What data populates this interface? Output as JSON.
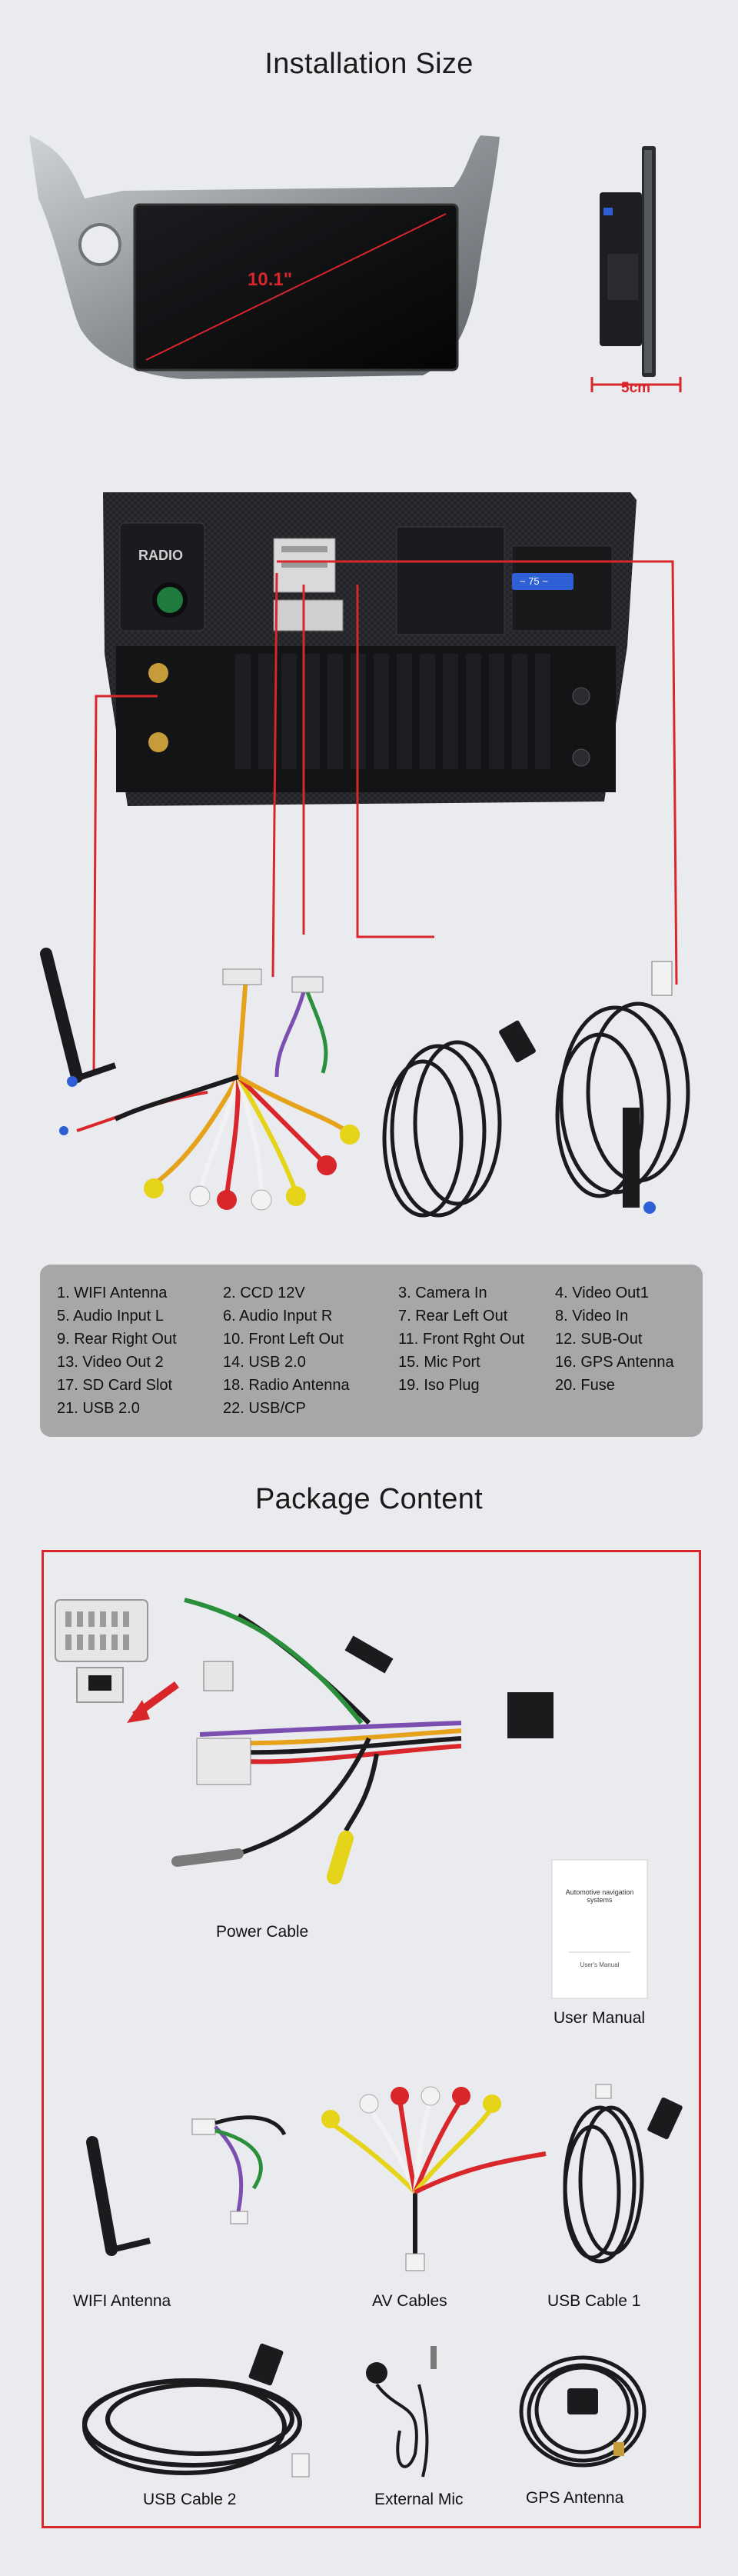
{
  "section_installation": {
    "title": "Installation Size",
    "screen_size_label": "10.1\"",
    "depth_label": "5cm"
  },
  "device_back": {
    "radio_label": "RADIO",
    "badge_text": "~ 75 ~"
  },
  "cables_numbers": [
    "1",
    "2",
    "3",
    "4",
    "5",
    "6",
    "7",
    "8",
    "9",
    "10",
    "11",
    "12",
    "13",
    "14",
    "15",
    "16",
    "17",
    "18",
    "19",
    "20",
    "21",
    "22"
  ],
  "legend": {
    "columns": [
      [
        "1. WIFI Antenna",
        "5. Audio Input L",
        "9. Rear Right Out",
        "13. Video Out 2",
        "17. SD Card Slot",
        "21. USB 2.0"
      ],
      [
        "2. CCD 12V",
        "6. Audio Input R",
        "10. Front Left Out",
        "14. USB 2.0",
        "18. Radio Antenna",
        "22. USB/CP"
      ],
      [
        "3. Camera In",
        "7.  Rear Left Out",
        "11. Front Rght Out",
        "15. Mic  Port",
        "19. Iso Plug"
      ],
      [
        "4. Video Out1",
        "8. Video In",
        "12. SUB-Out",
        "16. GPS Antenna",
        "20. Fuse"
      ]
    ]
  },
  "section_package": {
    "title": "Package Content",
    "items": {
      "power_cable": "Power Cable",
      "user_manual": "User Manual",
      "wifi_antenna": "WIFI Antenna",
      "av_cables": "AV Cables",
      "usb_cable_1": "USB Cable 1",
      "usb_cable_2": "USB Cable 2",
      "external_mic": "External Mic",
      "gps_antenna": "GPS Antenna"
    },
    "manual_cover_title": "Automotive navigation systems",
    "manual_cover_sub": "User's Manual"
  },
  "colors": {
    "accent_red": "#d8262b",
    "background": "#e9ebee",
    "legend_bg": "#a7a7a7"
  }
}
